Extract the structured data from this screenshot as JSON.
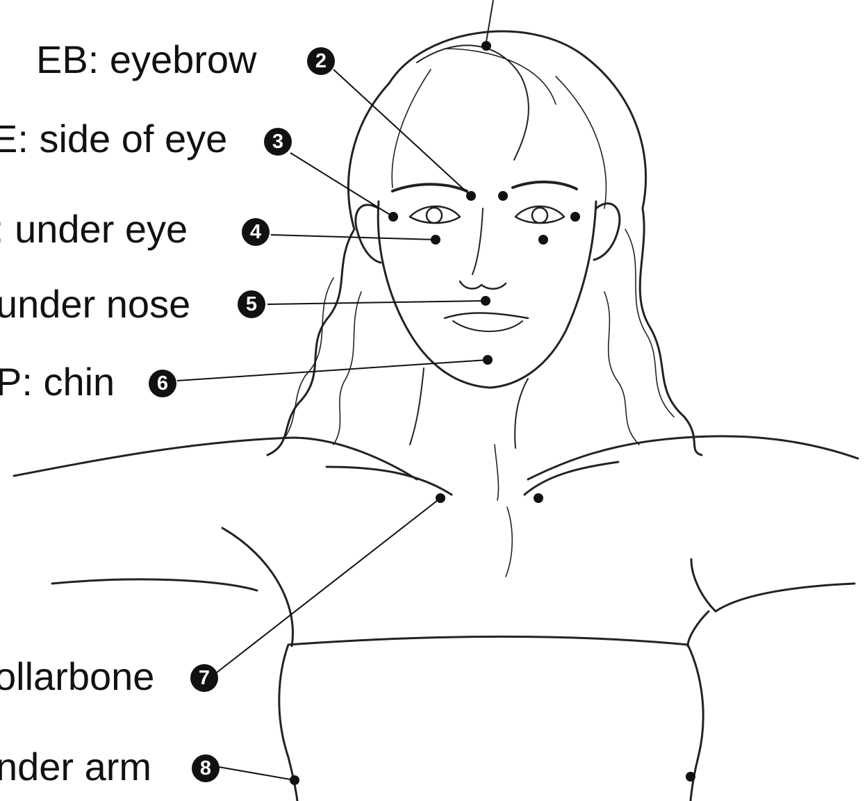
{
  "points": [
    {
      "id": "eb",
      "label": "EB: eyebrow",
      "badge": "2"
    },
    {
      "id": "se",
      "label": "E: side of eye",
      "badge": "3"
    },
    {
      "id": "ue",
      "label": ": under eye",
      "badge": "4"
    },
    {
      "id": "un",
      "label": "under nose",
      "badge": "5"
    },
    {
      "id": "ch",
      "label": "P: chin",
      "badge": "6"
    },
    {
      "id": "cb",
      "label": "ollarbone",
      "badge": "7"
    },
    {
      "id": "ua",
      "label": "nder arm",
      "badge": "8"
    }
  ],
  "colors": {
    "line": "#111111",
    "sketch": "#222222",
    "background": "#ffffff"
  }
}
